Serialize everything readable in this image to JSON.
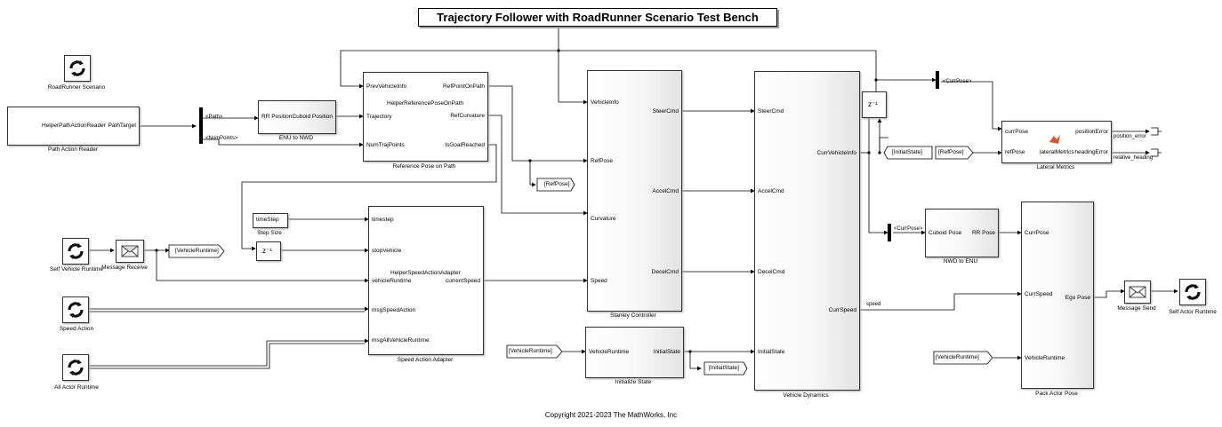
{
  "title": "Trajectory Follower with RoadRunner Scenario Test Bench",
  "copyright": "Copyright 2021-2023 The MathWorks, Inc",
  "rr_scenario": {
    "caption": "RoadRunner Scenario"
  },
  "path_reader": {
    "name": "HelperPathActionReader",
    "out": "PathTarget",
    "caption": "Path Action Reader"
  },
  "bus_path": {
    "path": "<Path>",
    "num": "<NumPoints>"
  },
  "enu_nwd": {
    "in": "RR Position",
    "out": "Cuboid Position",
    "caption": "ENU to NWD"
  },
  "ref_pose": {
    "in": [
      "PrevVehicleInfo",
      "Trajectory",
      "NumTrajPoints"
    ],
    "name": "HelperReferencePoseOnPath",
    "out": [
      "RefPointOnPath",
      "RefCurvature",
      "IsGoalReached"
    ],
    "caption": "Reference Pose on Path"
  },
  "refpose_goto": "[RefPose]",
  "stanley": {
    "in": [
      "VehicleInfo",
      "RefPose",
      "Curvature",
      "Speed"
    ],
    "out": [
      "SteerCmd",
      "AccelCmd",
      "DecelCmd"
    ],
    "caption": "Stanley Controller"
  },
  "dynamics": {
    "in": [
      "SteerCmd",
      "AccelCmd",
      "DecelCmd",
      "InitialState"
    ],
    "out": [
      "CurrVehicleInfo",
      "CurrSpeed"
    ],
    "caption": "Vehicle Dynamics"
  },
  "delay_main": "z⁻¹",
  "initialstate_from": "[InitialState]",
  "currpose_sel1": "<CurrPose>",
  "currpose_sel2": "<CurrPose>",
  "refpose_from": "[RefPose]",
  "lateral": {
    "in": [
      "currPose",
      "refPose"
    ],
    "name": "lateralMetrics",
    "out": [
      "positionError",
      "headingError"
    ],
    "caption": "Lateral Metrics"
  },
  "out_position": "position_error",
  "out_heading": "relative_heading",
  "nwd_enu": {
    "in": "Cuboid Pose",
    "out": "RR Pose",
    "caption": "NWD to ENU"
  },
  "pack": {
    "in": [
      "CurrPose",
      "CurrSpeed",
      "VehicleRuntime"
    ],
    "out": "Ego Pose",
    "caption": "Pack Actor Pose"
  },
  "speed_label": "speed",
  "msg_send": {
    "caption": "Message Send"
  },
  "self_actor": {
    "caption": "Self Actor Runtime"
  },
  "step": {
    "label": "timeStep",
    "caption": "Step Size"
  },
  "delay_stop": "z⁻¹",
  "speed_adapter": {
    "in": [
      "timestep",
      "stopVehicle",
      "vehicleRuntime",
      "msgSpeedAction",
      "msgAllVehicleRuntime"
    ],
    "name": "HelperSpeedActionAdapter",
    "out": "currentSpeed",
    "caption": "Speed Action Adapter"
  },
  "self_vehicle": {
    "caption": "Self Vehicle Runtime"
  },
  "msg_receive": {
    "caption": "Message Receive"
  },
  "vr_goto": "[VehicleRuntime]",
  "speed_action": {
    "caption": "Speed Action"
  },
  "all_actor": {
    "caption": "All Actor Runtime"
  },
  "vr_from1": "[VehicleRuntime]",
  "init_state": {
    "in": "VehicleRuntime",
    "out": "InitialState",
    "caption": "Initialize State"
  },
  "initstate_goto": "[InitialState]",
  "vr_from2": "[VehicleRuntime]"
}
